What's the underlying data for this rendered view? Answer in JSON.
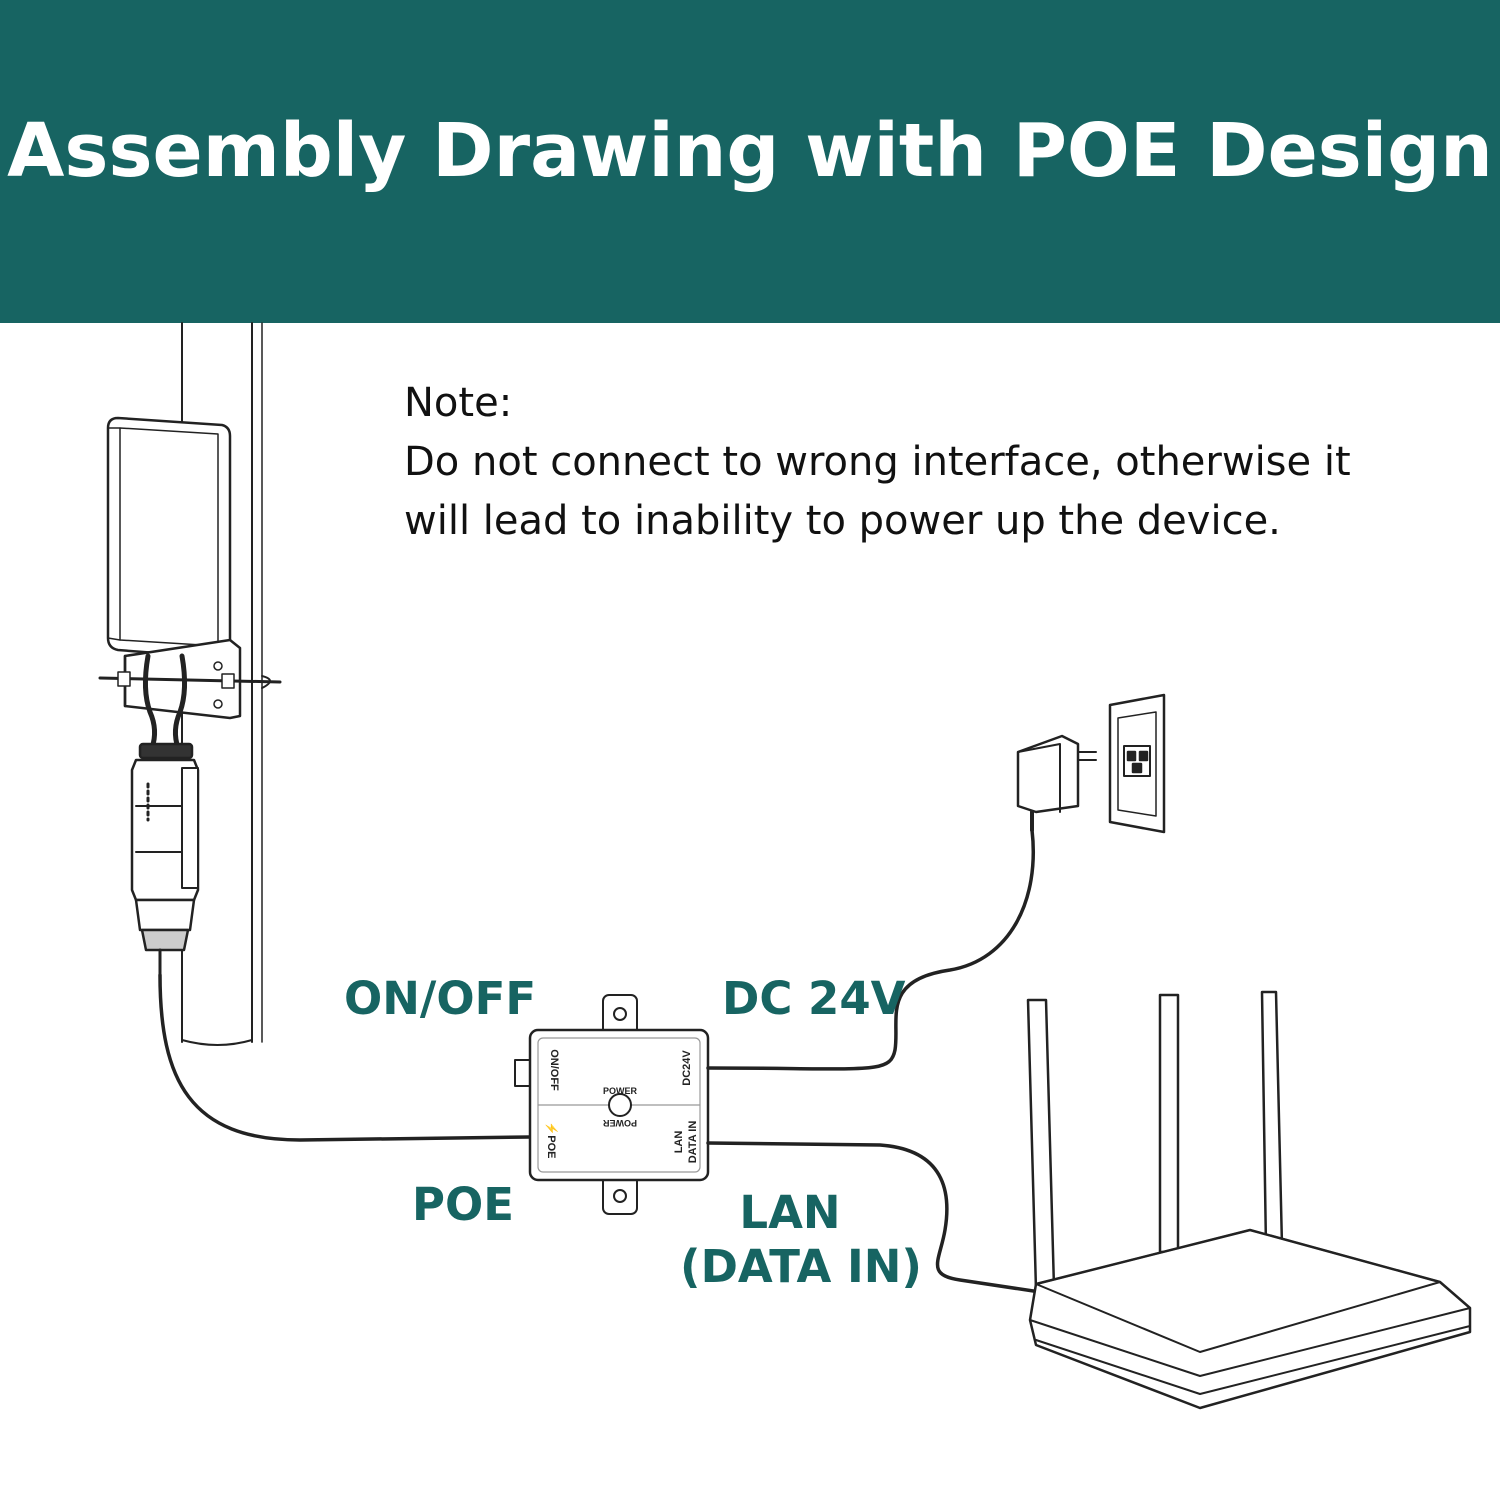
{
  "title": "Assembly Drawing with POE Design",
  "note": {
    "heading": "Note:",
    "line1": "Do not connect to wrong interface, otherwise it",
    "line2": "will lead to inability to power up the device."
  },
  "labels": {
    "on_off": "ON/OFF",
    "dc": "DC 24V",
    "poe": "POE",
    "lan_line1": "LAN",
    "lan_line2": "(DATA IN)"
  },
  "injector": {
    "on_off": "ON/OFF",
    "dc": "DC24V",
    "poe": "⚡POE",
    "lan_line1": "LAN",
    "lan_line2": "DATA IN",
    "power_top": "POWER",
    "power_bottom": "POWER"
  },
  "colors": {
    "header": "#176462",
    "accent_text": "#176462",
    "line_art": "#222222"
  }
}
